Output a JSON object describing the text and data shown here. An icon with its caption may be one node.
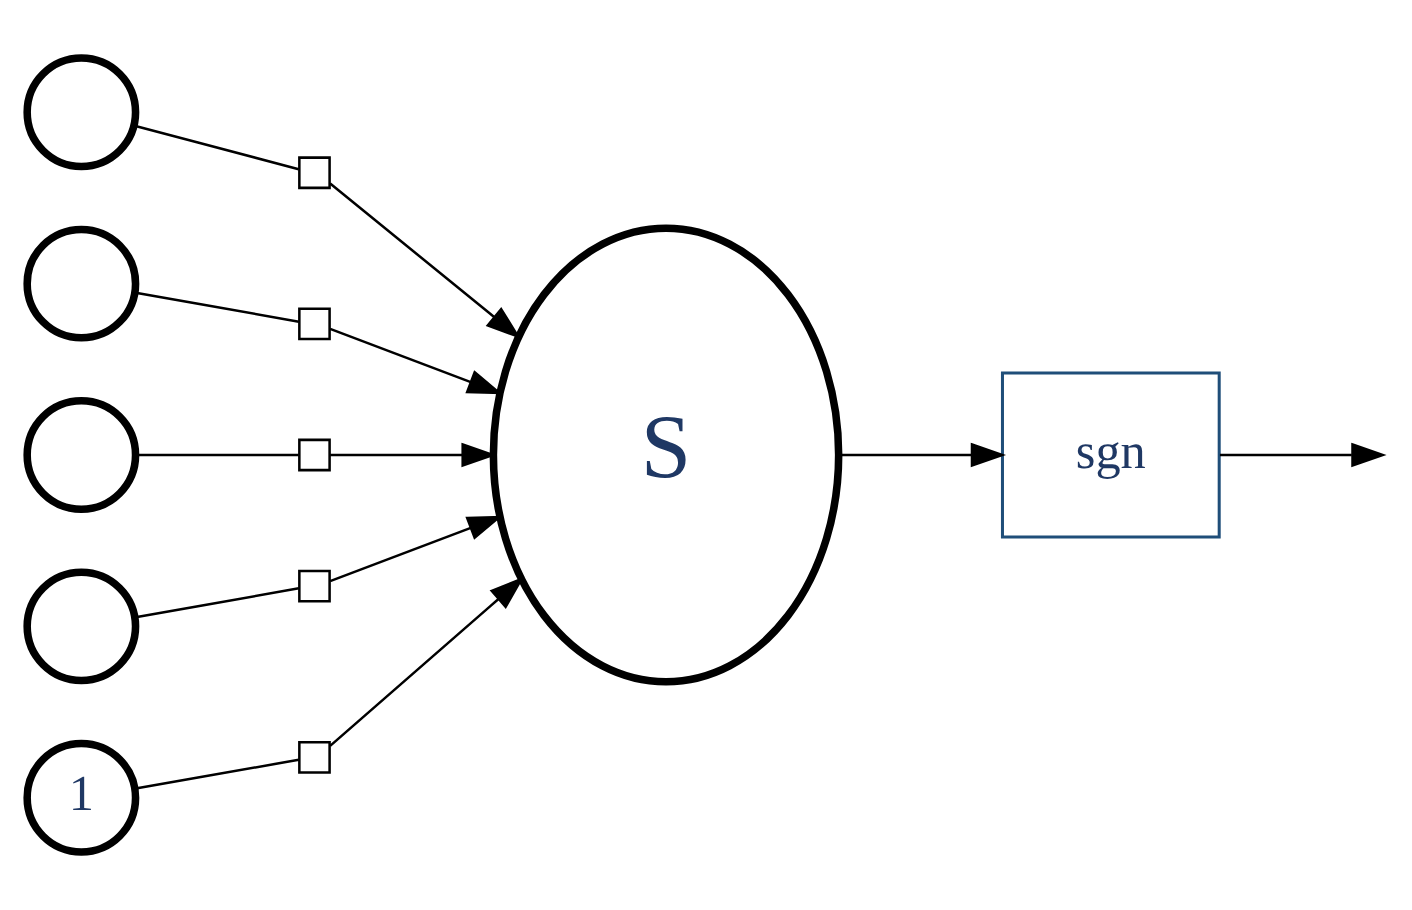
{
  "diagram": {
    "nodes": [
      {
        "text": [],
        "shape": "circle"
      },
      {
        "text": [],
        "shape": "circle"
      },
      {
        "text": [],
        "shape": "circle"
      },
      {
        "text": [],
        "shape": "circle"
      },
      {
        "text": [
          "1"
        ]
      },
      {
        "text": [
          "S"
        ]
      },
      {
        "text": [
          "sgn"
        ]
      },
      {
        "text": [],
        "shape": "box"
      },
      {
        "text": [],
        "shape": "box"
      },
      {
        "text": [],
        "shape": "box"
      },
      {
        "text": [],
        "shape": "box"
      },
      {
        "text": [],
        "shape": "box"
      }
    ],
    "edges": [
      {
        "from": 0,
        "to": 7,
        "arrow": "none"
      },
      {
        "from": 7,
        "to": 5,
        "arrow": "to"
      },
      {
        "from": 1,
        "to": 8,
        "arrow": "none"
      },
      {
        "from": 8,
        "to": 5,
        "arrow": "to"
      },
      {
        "from": 2,
        "to": 9,
        "arrow": "none"
      },
      {
        "from": 9,
        "to": 5,
        "arrow": "to"
      },
      {
        "from": 3,
        "to": 10,
        "arrow": "none"
      },
      {
        "from": 10,
        "to": 5,
        "arrow": "to"
      },
      {
        "from": 4,
        "to": 11,
        "arrow": "none"
      },
      {
        "from": 11,
        "to": 5,
        "arrow": "to"
      },
      {
        "from": 5,
        "to": 6,
        "arrow": "to"
      },
      {
        "from": 6,
        "to": null,
        "arrow": "to"
      }
    ]
  }
}
